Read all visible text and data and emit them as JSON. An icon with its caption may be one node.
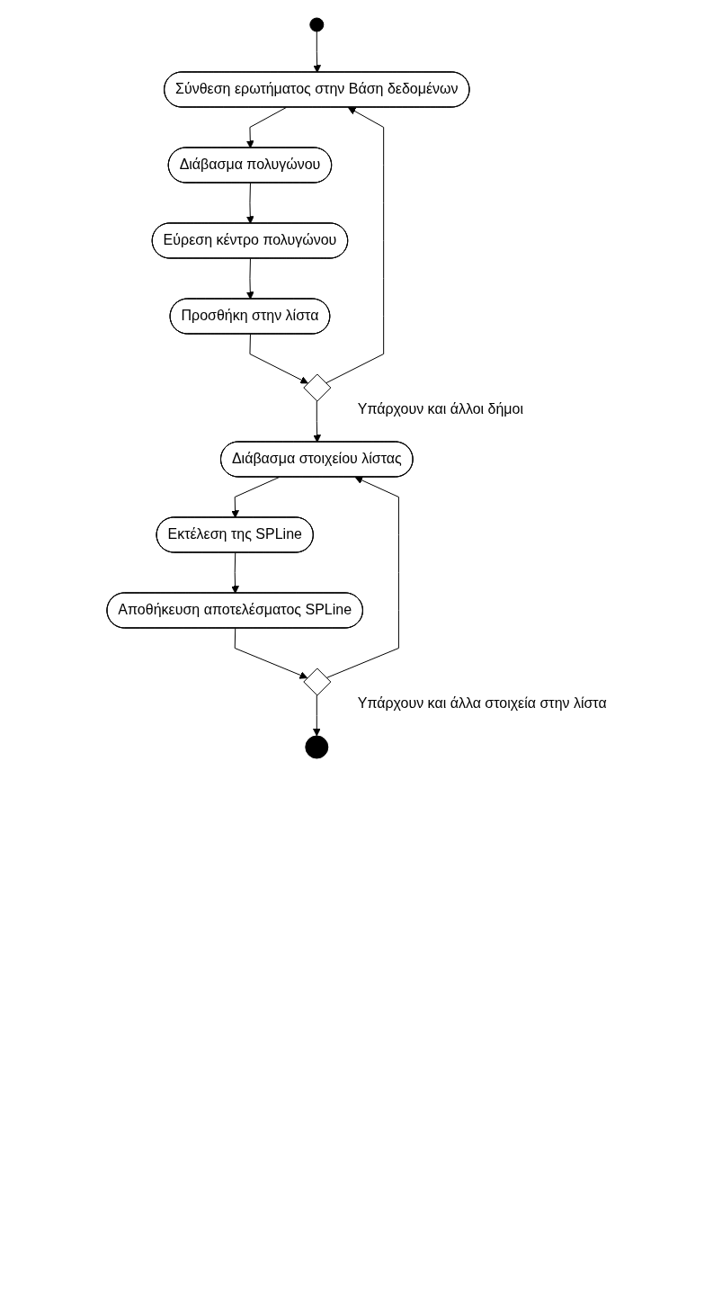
{
  "diagram": {
    "nodes": [
      {
        "text": [],
        "shape": "circle"
      },
      {
        "text": [
          "Σύνθεση ερωτήματος στην Βάση δεδομένων"
        ]
      },
      {
        "text": [
          "Διάβασμα πολυγώνου"
        ]
      },
      {
        "text": [
          "Εύρεση κέντρο πολυγώνου"
        ]
      },
      {
        "text": [
          "Προσθήκη στην λίστα"
        ]
      },
      {
        "text": [],
        "shape": "diamond",
        "beside": [
          "Υπάρχουν και άλλοι δήμοι"
        ]
      },
      {
        "text": [
          "Διάβασμα στοιχείου λίστας"
        ]
      },
      {
        "text": [
          "Εκτέλεση της SPLine"
        ]
      },
      {
        "text": [
          "Αποθήκευση αποτελέσματος SPLine"
        ]
      },
      {
        "text": [],
        "shape": "diamond",
        "beside": [
          "Υπάρχουν και άλλα στοιχεία στην λίστα"
        ]
      },
      {
        "text": [],
        "shape": "bullseye"
      }
    ],
    "edges": [
      {
        "from": 0,
        "to": 1,
        "arrow": "to"
      },
      {
        "from": 1,
        "to": 2,
        "arrow": "to"
      },
      {
        "from": 2,
        "to": 3,
        "arrow": "to"
      },
      {
        "from": 3,
        "to": 4,
        "arrow": "to"
      },
      {
        "from": 4,
        "to": 5,
        "arrow": "to"
      },
      {
        "from": 5,
        "to": 1,
        "arrow": "to"
      },
      {
        "from": 5,
        "to": 6,
        "arrow": "to"
      },
      {
        "from": 6,
        "to": 7,
        "arrow": "to"
      },
      {
        "from": 7,
        "to": 8,
        "arrow": "to"
      },
      {
        "from": 8,
        "to": 9,
        "arrow": "to"
      },
      {
        "from": 9,
        "to": 6,
        "arrow": "to"
      },
      {
        "from": 9,
        "to": 10,
        "arrow": "to"
      }
    ]
  }
}
